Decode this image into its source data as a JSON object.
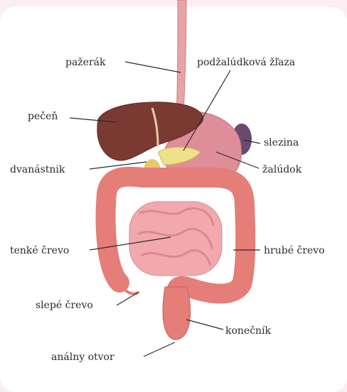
{
  "labels": {
    "esophagus": "pažerák",
    "pancreas": "podžalúdková žľaza",
    "liver": "pečeň",
    "spleen": "slezina",
    "duodenum": "dvanástnik",
    "stomach": "žalúdok",
    "small_intestine": "tenké črevo",
    "large_intestine": "hrubé črevo",
    "appendix": "slepé črevo",
    "rectum": "konečník",
    "anus": "análny otvor"
  },
  "colors": {
    "background": "#fbeff2",
    "card": "#ffffff",
    "liver": "#7a3a32",
    "stomach": "#dd8e98",
    "pancreas": "#efe08a",
    "spleen": "#6a4a6e",
    "large_intestine": "#e57d78",
    "small_intestine": "#f1a9ad",
    "esophagus": "#e9a2a6"
  }
}
